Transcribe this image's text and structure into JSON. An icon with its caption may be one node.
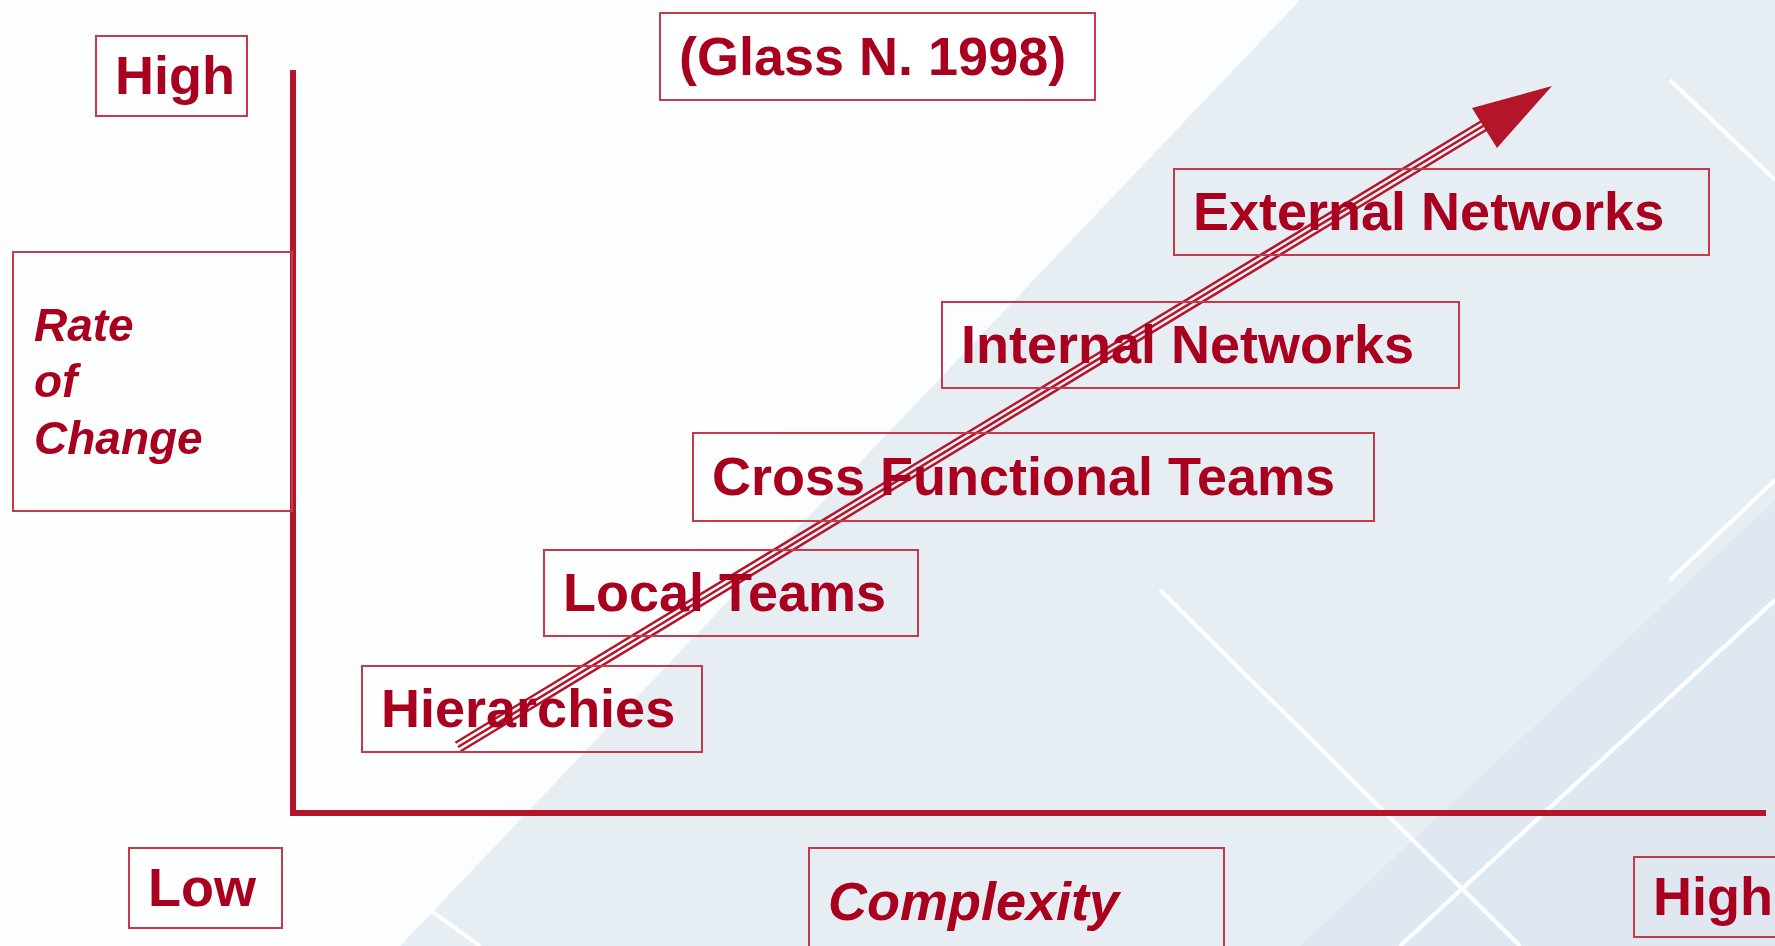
{
  "diagram": {
    "nodes": [
      {
        "text": [
          "High"
        ]
      },
      {
        "text": [
          "(Glass N. 1998)"
        ]
      },
      {
        "text": [
          "Rate of Change"
        ]
      },
      {
        "text": [
          "External Networks"
        ]
      },
      {
        "text": [
          "Internal Networks"
        ]
      },
      {
        "text": [
          "Cross Functional Teams"
        ]
      },
      {
        "text": [
          "Local Teams"
        ]
      },
      {
        "text": [
          "Hierarchies"
        ]
      },
      {
        "text": [
          "Low"
        ]
      },
      {
        "text": [
          "Complexity"
        ]
      },
      {
        "text": [
          "High"
        ]
      }
    ]
  }
}
